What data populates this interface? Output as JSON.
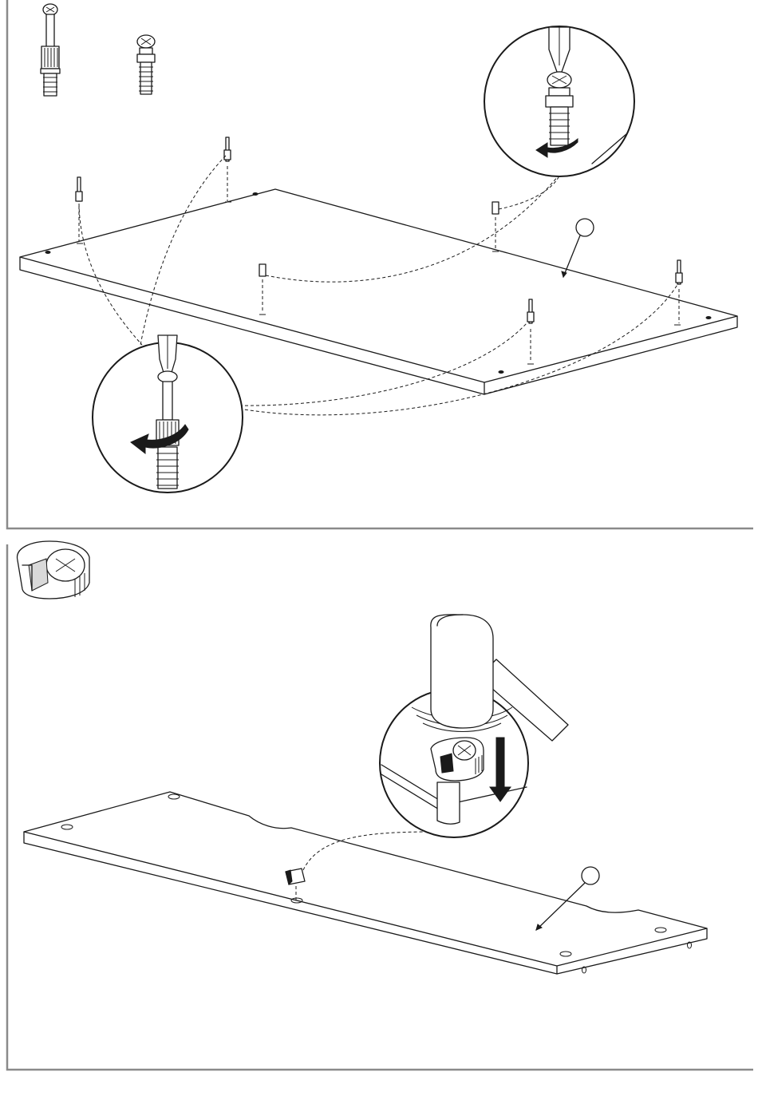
{
  "steps": [
    {
      "id": "step-insert-cam-bolts",
      "hardware": [
        "cam-bolt",
        "dowel-bolt"
      ],
      "tools": [
        "phillips-screwdriver"
      ],
      "icons": [
        "rotate-arrow-icon",
        "part-callout-circle-icon"
      ]
    },
    {
      "id": "step-insert-cam-locks",
      "hardware": [
        "cam-lock"
      ],
      "tools": [
        "rubber-mallet"
      ],
      "icons": [
        "down-arrow-icon",
        "part-callout-circle-icon"
      ]
    }
  ],
  "colors": {
    "line": "#1a1a1a",
    "frame": "#8a8a8a",
    "background": "#ffffff"
  }
}
